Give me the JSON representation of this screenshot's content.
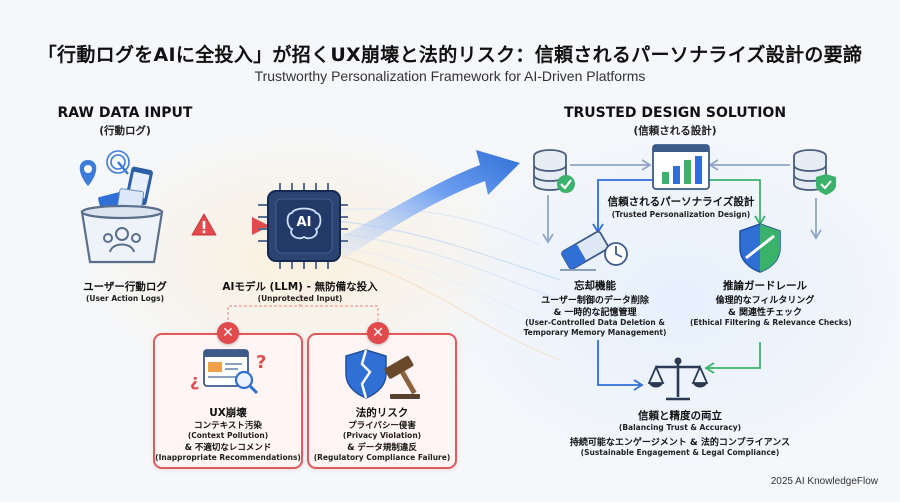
{
  "title": "「行動ログをAIに全投入」が招くUX崩壊と法的リスク：信頼されるパーソナライズ設計の要諦",
  "subtitle": "Trustworthy Personalization Framework for AI-Driven Platforms",
  "raw_input": {
    "heading": "RAW DATA INPUT",
    "heading_jp": "(行動ログ)",
    "label": "ユーザー行動ログ",
    "label_en": "(User Action Logs)"
  },
  "ai_model": {
    "label": "AIモデル (LLM) - 無防備な投入",
    "label_en": "(Unprotected Input)",
    "chip_text": "AI"
  },
  "risk_ux": {
    "title": "UX崩壊",
    "line1": "コンテキスト汚染",
    "line1_en": "(Context Pollution)",
    "line2": "& 不適切なレコメンド",
    "line2_en": "(Inappropriate Recommendations)"
  },
  "risk_legal": {
    "title": "法的リスク",
    "line1": "プライバシー侵害",
    "line1_en": "(Privacy Violation)",
    "line2": "& データ規制違反",
    "line2_en": "(Regulatory Compliance Failure)"
  },
  "solution": {
    "heading": "TRUSTED DESIGN SOLUTION",
    "heading_jp": "(信頼される設計)",
    "center_label": "信頼されるパーソナライズ設計",
    "center_label_en": "(Trusted Personalization Design)",
    "forget": {
      "title": "忘却機能",
      "line1": "ユーザー制御のデータ削除",
      "line2": "& 一時的な記憶管理",
      "line3_en": "(User-Controlled Data Deletion &",
      "line4_en": "Temporary Memory Management)"
    },
    "guard": {
      "title": "推論ガードレール",
      "line1": "倫理的なフィルタリング",
      "line2": "& 関連性チェック",
      "line3_en": "(Ethical Filtering & Relevance Checks)"
    },
    "balance": {
      "title": "信頼と精度の両立",
      "title_en": "(Balancing Trust & Accuracy)",
      "line1": "持続可能なエンゲージメント & 法的コンプライアンス",
      "line1_en": "(Sustainable Engagement & Legal Compliance)"
    }
  },
  "footer": "2025 AI KnowledgeFlow",
  "colors": {
    "danger": "#e14b4e",
    "accent_blue": "#2f6fd6",
    "accent_green": "#3bb26b",
    "chip_navy": "#233a68"
  },
  "icons": [
    "map-pin-icon",
    "phone-icon",
    "cursor-icon",
    "bucket-icon",
    "warning-icon",
    "ai-chip-icon",
    "browser-search-icon",
    "broken-shield-icon",
    "gavel-icon",
    "database-icon",
    "database-check-icon",
    "bar-chart-icon",
    "eraser-icon",
    "clock-icon",
    "shield-icon",
    "scales-icon"
  ]
}
